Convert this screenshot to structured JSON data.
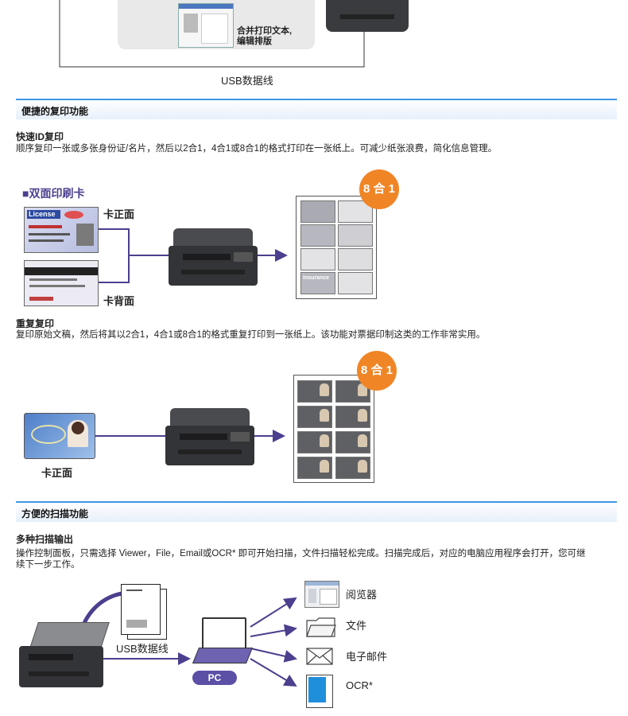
{
  "top": {
    "merge_label_line1": "合并打印文本,",
    "merge_label_line2": "编辑排版",
    "usb_label": "USB数据线"
  },
  "copy_section": {
    "title": "便捷的复印功能",
    "quick_id": {
      "heading": "快速ID复印",
      "description": "顺序复印一张或多张身份证/名片，然后以2合1，4合1或8合1的格式打印在一张纸上。可减少纸张浪费，简化信息管理。",
      "card_title": "■双面印刷卡",
      "front_label": "卡正面",
      "back_label": "卡背面",
      "badge": "8 合 1",
      "license_text": "License",
      "insurance_text": "Insurance"
    },
    "repeat": {
      "heading": "重复复印",
      "description": "复印原始文稿，然后将其以2合1，4合1或8合1的格式重复打印到一张纸上。该功能对票据印制这类的工作非常实用。",
      "front_label": "卡正面",
      "badge": "8 合 1"
    }
  },
  "scan_section": {
    "title": "方便的扫描功能",
    "heading": "多种扫描输出",
    "description_line1": "操作控制面板，只需选择 Viewer，File，Email或OCR* 即可开始扫描，文件扫描轻松完成。扫描完成后，对应的电脑应用程序会打开，您可继",
    "description_line2": "续下一步工作。",
    "usb_label": "USB数据线",
    "pc_label": "PC",
    "outputs": [
      {
        "label": "阅览器",
        "icon": "viewer-icon"
      },
      {
        "label": "文件",
        "icon": "folder-icon"
      },
      {
        "label": "电子邮件",
        "icon": "email-icon"
      },
      {
        "label": "OCR*",
        "icon": "ocr-icon"
      }
    ]
  },
  "colors": {
    "accent_blue": "#3f96e4",
    "connector_purple": "#4b3f8e",
    "badge_orange": "#f08526",
    "printer_dark": "#3a3b3e"
  }
}
